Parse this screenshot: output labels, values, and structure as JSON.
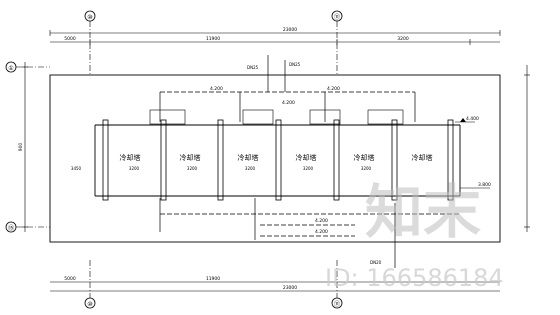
{
  "drawing": {
    "grid_top_left": "⑩",
    "grid_top_right": "⑪",
    "grid_bottom_left": "⑩",
    "grid_bottom_right": "⑪",
    "grid_left_top": "①",
    "grid_left_bottom": "⑮",
    "dim_total": "23000",
    "dim_left_segment": "5000",
    "dim_mid_segment": "11900",
    "dim_right_segment": "3200",
    "dim_left_total": "900",
    "dim_bay_1": "3450",
    "dim_bay_2": "3200",
    "dim_bay_3": "3200",
    "dim_bay_4": "3200",
    "dim_bay_5": "3200",
    "dim_bay_6": "3200",
    "tower_label": "冷却塔",
    "pipe_elev_1": "4.200",
    "pipe_elev_2": "4.200",
    "pipe_elev_3": "4.200",
    "pipe_elev_4": "4.200",
    "elev_right_top": "4.400",
    "elev_right_mid": "3.800",
    "elev_mid": "4.200",
    "valve_label_1": "DN25",
    "valve_label_2": "DN25",
    "riser_label": "DN20",
    "watermark_logo": "知末",
    "watermark_id": "ID: 166586184"
  }
}
